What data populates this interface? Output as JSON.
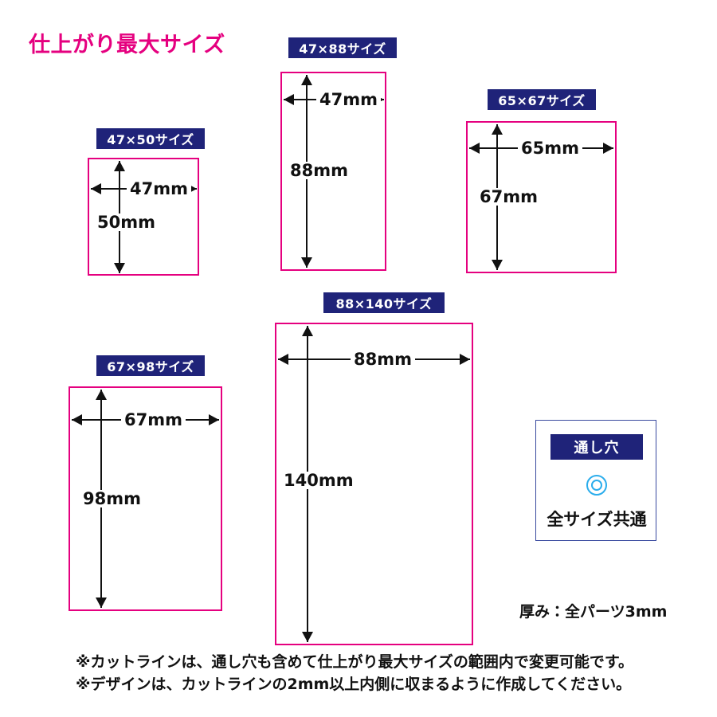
{
  "page": {
    "title": "仕上がり最大サイズ",
    "title_color": "#e5007f",
    "badge_color": "#1f2379",
    "rect_color": "#e5007f",
    "hole_icon_color": "#2badec"
  },
  "sizes": [
    {
      "key": "47x50",
      "badge": "47×50サイズ",
      "width_label": "47mm",
      "height_label": "50mm",
      "width_mm": 47,
      "height_mm": 50
    },
    {
      "key": "47x88",
      "badge": "47×88サイズ",
      "width_label": "47mm",
      "height_label": "88mm",
      "width_mm": 47,
      "height_mm": 88
    },
    {
      "key": "65x67",
      "badge": "65×67サイズ",
      "width_label": "65mm",
      "height_label": "67mm",
      "width_mm": 65,
      "height_mm": 67
    },
    {
      "key": "67x98",
      "badge": "67×98サイズ",
      "width_label": "67mm",
      "height_label": "98mm",
      "width_mm": 67,
      "height_mm": 98
    },
    {
      "key": "88x140",
      "badge": "88×140サイズ",
      "width_label": "88mm",
      "height_label": "140mm",
      "width_mm": 88,
      "height_mm": 140
    }
  ],
  "hole_card": {
    "badge": "通し穴",
    "caption": "全サイズ共通",
    "icon": "through-hole-icon"
  },
  "thickness": {
    "text": "厚み：全パーツ3mm"
  },
  "footnotes": [
    "※カットラインは、通し穴も含めて仕上がり最大サイズの範囲内で変更可能です。",
    "※デザインは、カットラインの2mm以上内側に収まるように作成してください。"
  ]
}
